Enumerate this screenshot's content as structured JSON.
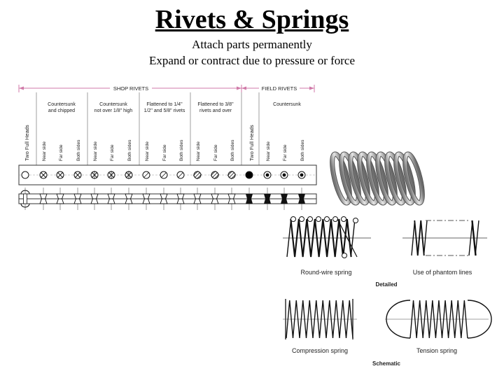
{
  "title": "Rivets & Springs",
  "subtitle_lines": [
    "Attach parts permanently",
    "Expand or contract due to pressure or force"
  ],
  "rivet_chart": {
    "shop_rivets_label": "SHOP RIVETS",
    "field_rivets_label": "FIELD RIVETS",
    "two_full_heads_label": "Two Full Heads",
    "groups": [
      {
        "header": [
          "Countersunk",
          "and chipped"
        ]
      },
      {
        "header": [
          "Countersunk",
          "not over 1/8\" high"
        ]
      },
      {
        "header": [
          "Flattened to 1/4\"",
          "1/2\" and 5/8\" rivets"
        ]
      },
      {
        "header": [
          "Flattened to 3/8\"",
          "rivets and over"
        ]
      },
      {
        "header": [
          "Countersunk"
        ]
      }
    ],
    "side_labels": [
      "Near side",
      "Far side",
      "Both sides"
    ]
  },
  "spring_figure": {
    "captions": {
      "round_wire": "Round-wire spring",
      "phantom": "Use of phantom lines",
      "detailed": "Detailed",
      "compression": "Compression spring",
      "tension": "Tension spring",
      "schematic": "Schematic"
    }
  }
}
